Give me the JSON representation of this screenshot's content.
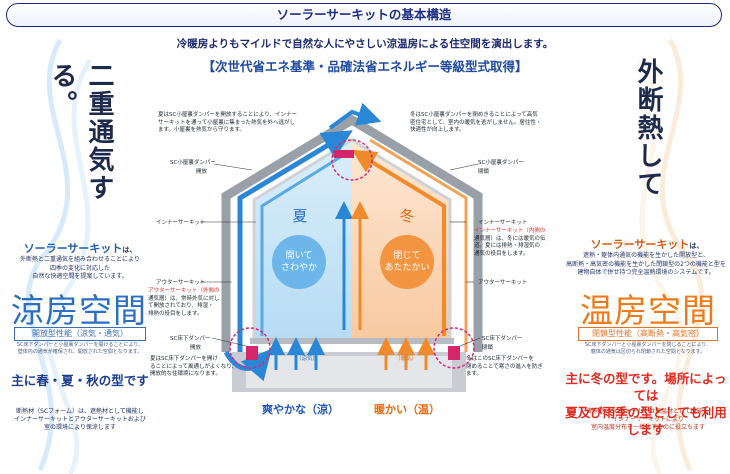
{
  "title": "ソーラーサーキットの基本構造",
  "subtitle": "冷暖房よりもマイルドで自然な人にやさしい涼温房による住空間を演出します。",
  "certification": "【次世代省エネ基準・品確法省エネルギー等級型式取得】",
  "left": {
    "vertical_heading": "二重通気する。",
    "brand": "ソーラーサーキット",
    "brand_suffix": "は、",
    "intro": [
      "外断熱と二重通気を組み合わせることにより",
      "四季の変化に対応した",
      "自然な快適空間を提案しています。"
    ],
    "big_title": "涼房空間",
    "pill": "開放型性能（涼気・通気）",
    "detail": [
      "SC床下ダンパーと小屋裏ダンパーを開けることにより、",
      "壁体内の通気が確保され、開放された空間となります。"
    ],
    "season": "主に春・夏・秋の型です",
    "note": [
      "断熱材（SCフォーム）は、遮熱材として機能し",
      "インナーサーキットとアウターサーキットおよび",
      "室の環境により保涼します"
    ]
  },
  "right": {
    "vertical_heading": "外断熱して",
    "brand": "ソーラーサーキット",
    "brand_suffix": "は、",
    "intro": [
      "遮熱・躯体内通気の機能を生かした開放型と、",
      "高断熱・高気密の機能を生かした閉鎖型の2つの機能と型を",
      "建物自体で併せ持つ完全温熱環境のシステムです。"
    ],
    "big_title": "温房空間",
    "pill": "閉鎖型性能（高断熱・高気密）",
    "detail": [
      "SC床下ダンパーと小屋裏ダンパーを閉じることにより、",
      "躯体の通気は区切られ閉鎖された空間となります。"
    ],
    "season": [
      "主に冬の型です。場所によっては",
      "夏及び雨季の型としても利用します"
    ],
    "note": [
      "断熱材（SCフォーム）は保温材として機能し",
      "インナーサーキットにより",
      "室内温度分布を一様化するのに役立ちます"
    ]
  },
  "diagram": {
    "summer_char": "夏",
    "winter_char": "冬",
    "summer_state": [
      "開いて",
      "さわやか"
    ],
    "winter_state": [
      "閉じて",
      "あたたかい"
    ],
    "annot_top_left": [
      "夏はSC小屋裏ダンパーを開放することにより、インナー",
      "サーキットを通って小屋裏に集まった熱気を外へ逃がし",
      "ます。小屋裏を熱気から守ります。"
    ],
    "annot_top_right": [
      "冬はSC小屋裏ダンパーを閉めきることによって高気",
      "密住宅として、室内の暖気を逃がしません。居住性・",
      "快適性が向上します。"
    ],
    "damper_top_left": "SC小屋裏ダンパー",
    "damper_top_left_state": "開放",
    "damper_top_right": "SC小屋裏ダンパー",
    "damper_top_right_state": "閉鎖",
    "inner_left": "インナーサーキット",
    "inner_right": "インナーサーキット",
    "inner_right_desc": [
      "インナーサーキット（内側の",
      "通気層）は、冬には暖気の伝",
      "道。夏には排熱・排湿気の",
      "通気の役目をします。"
    ],
    "outer_left": "アウターサーキット",
    "outer_right": "アウターサーキット",
    "outer_left_desc": [
      "アウターサーキット（外側の",
      "通気層）は、常時外気に対し",
      "て開放されており、排湿・",
      "排熱の役目をします。"
    ],
    "damper_bottom_left": "SC床下ダンパー",
    "damper_bottom_left_state": "開放",
    "damper_bottom_right": "SC床下ダンパー",
    "damper_bottom_right_state": "閉鎖",
    "annot_bottom_left": [
      "夏はSC床下ダンパーを開け",
      "ることによって風通しがよくなり、",
      "開放的な住環境になります。"
    ],
    "annot_bottom_right": [
      "冬はこのSC床下ダンパーを",
      "閉めることで寒さの進入を防ぎ",
      "ます。"
    ],
    "floor_left": "（涼気）",
    "floor_right": "（暖気）",
    "bottom_left": "爽やかな（涼）",
    "bottom_right": "暖かい（温）"
  },
  "colors": {
    "title_border": "#1a2a7a",
    "summer_blue": "#2a86d6",
    "winter_orange": "#f08a2a",
    "accent_red": "#e02a1e",
    "wall_gray": "#9aa0a8"
  }
}
